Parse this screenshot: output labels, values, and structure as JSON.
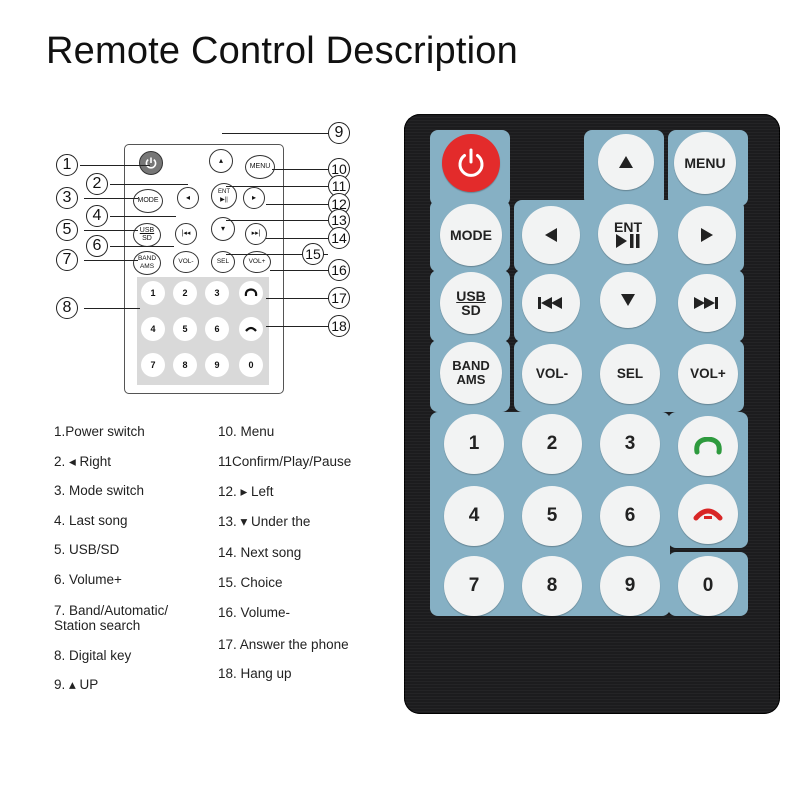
{
  "title": "Remote Control Description",
  "diagram": {
    "callouts": [
      "1",
      "2",
      "3",
      "4",
      "5",
      "6",
      "7",
      "8",
      "9",
      "10",
      "11",
      "12",
      "13",
      "14",
      "15",
      "16",
      "17",
      "18"
    ],
    "buttons": {
      "menu": "MENU",
      "mode": "MODE",
      "ent": "ENT",
      "usb": "USB",
      "sd": "SD",
      "band": "BAND",
      "ams": "AMS",
      "vol_minus": "VOL-",
      "sel": "SEL",
      "vol_plus": "VOL+"
    },
    "keys": [
      "1",
      "2",
      "3",
      "4",
      "5",
      "6",
      "7",
      "8",
      "9",
      "0"
    ]
  },
  "legend": {
    "left": [
      "1.Power switch",
      "2. ◂ Right",
      "3. Mode switch",
      "4. Last song",
      "5. USB/SD",
      "6. Volume+",
      "7. Band/Automatic/",
      "Station search",
      "8. Digital key",
      "9. ▴ UP"
    ],
    "right": [
      "10. Menu",
      "11Confirm/Play/Pause",
      "12. ▸ Left",
      "13. ▾ Under the",
      "14. Next song",
      "15. Choice",
      "16. Volume-",
      "17. Answer the phone",
      "18. Hang up"
    ]
  },
  "remote": {
    "menu": "MENU",
    "mode": "MODE",
    "ent": "ENT",
    "usb": "USB",
    "sd": "SD",
    "band": "BAND",
    "ams": "AMS",
    "vol_minus": "VOL-",
    "sel": "SEL",
    "vol_plus": "VOL+",
    "keys": [
      "1",
      "2",
      "3",
      "4",
      "5",
      "6",
      "7",
      "8",
      "9",
      "0"
    ]
  },
  "colors": {
    "remote_body": "#1c1c1e",
    "panel": "#86b0c4",
    "key": "#f2f3f3",
    "power": "#e32b2b",
    "answer": "#2e9a3e",
    "hangup": "#d82626"
  },
  "icons": [
    "power-icon",
    "up-arrow-icon",
    "down-arrow-icon",
    "left-arrow-icon",
    "right-arrow-icon",
    "play-pause-icon",
    "previous-track-icon",
    "next-track-icon",
    "answer-phone-icon",
    "hang-up-icon"
  ]
}
